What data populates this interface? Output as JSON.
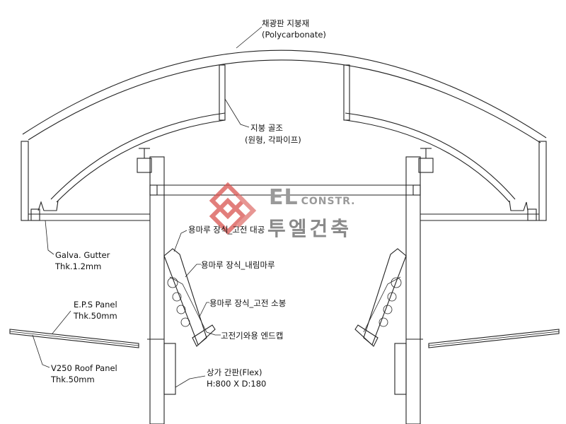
{
  "labels": {
    "roof_material": "채광판 지붕재",
    "roof_material_en": "(Polycarbonate)",
    "roof_frame": "지붕 골조",
    "roof_frame_spec": "(원형, 각파이프)",
    "gutter": "Galva. Gutter",
    "gutter_spec": "Thk.1.2mm",
    "eps_panel": "E.P.S Panel",
    "eps_spec": "Thk.50mm",
    "roof_panel": "V250 Roof Panel",
    "roof_panel_spec": "Thk.50mm",
    "ridge_fixed_base": "용마루 장식_고전 대공",
    "ridge_down": "용마루 장식_내림마루",
    "ridge_fixed_ornament": "용마루 장식_고전 소봉",
    "end_cap": "고전기와용 엔드캡",
    "sign_board": "상가 간판(Flex)",
    "sign_board_size": "H:800 X D:180"
  },
  "watermark": {
    "brand_en_big": "EL",
    "brand_en_small": "CONSTR.",
    "brand_kr": "투엘건축",
    "accent_color": "#d9534f"
  }
}
